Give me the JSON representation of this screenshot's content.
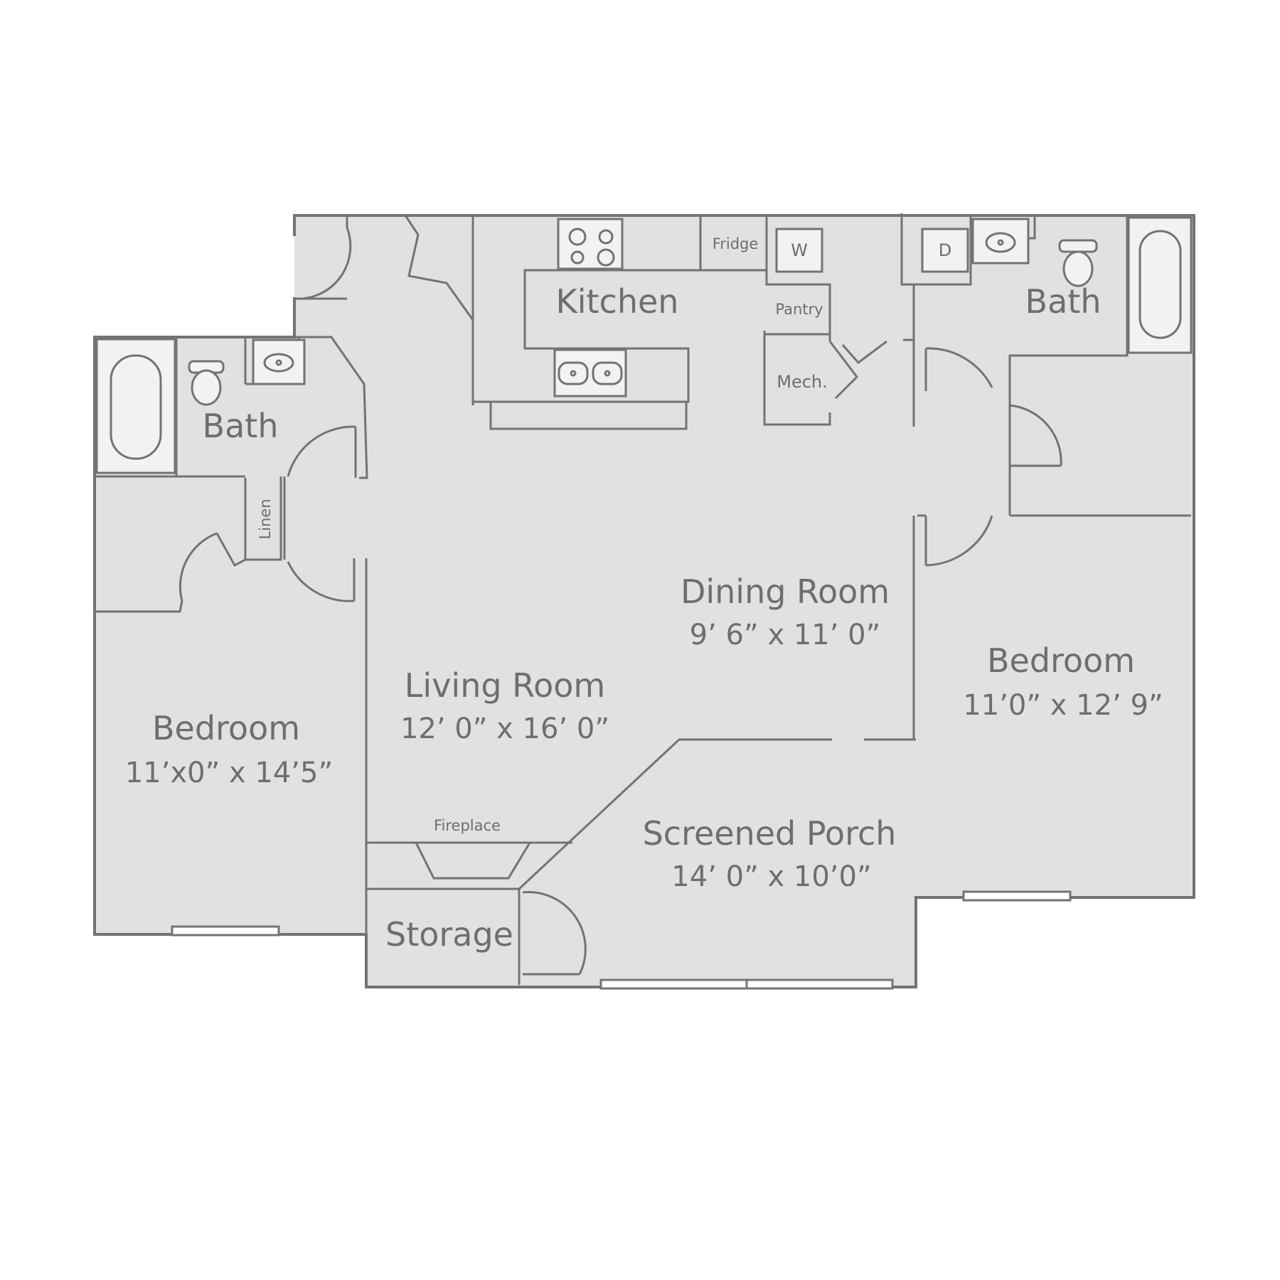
{
  "rooms": {
    "kitchen": {
      "name": "Kitchen"
    },
    "fridge": {
      "name": "Fridge"
    },
    "washer": {
      "name": "W"
    },
    "dryer": {
      "name": "D"
    },
    "pantry": {
      "name": "Pantry"
    },
    "mech": {
      "name": "Mech."
    },
    "bath_left": {
      "name": "Bath"
    },
    "bath_right": {
      "name": "Bath"
    },
    "linen": {
      "name": "Linen"
    },
    "dining": {
      "name": "Dining Room",
      "size": "9’ 6” x 11’ 0”"
    },
    "living": {
      "name": "Living Room",
      "size": "12’ 0” x 16’ 0”"
    },
    "bedroom_left": {
      "name": "Bedroom",
      "size": "11’x0” x 14’5”"
    },
    "bedroom_right": {
      "name": "Bedroom",
      "size": "11’0” x 12’ 9”"
    },
    "fireplace": {
      "name": "Fireplace"
    },
    "porch": {
      "name": "Screened Porch",
      "size": "14’ 0” x 10’0”"
    },
    "storage": {
      "name": "Storage"
    }
  },
  "colors": {
    "floor": "#e1e1e0",
    "wall": "#737373",
    "text": "#6e6e6e"
  }
}
